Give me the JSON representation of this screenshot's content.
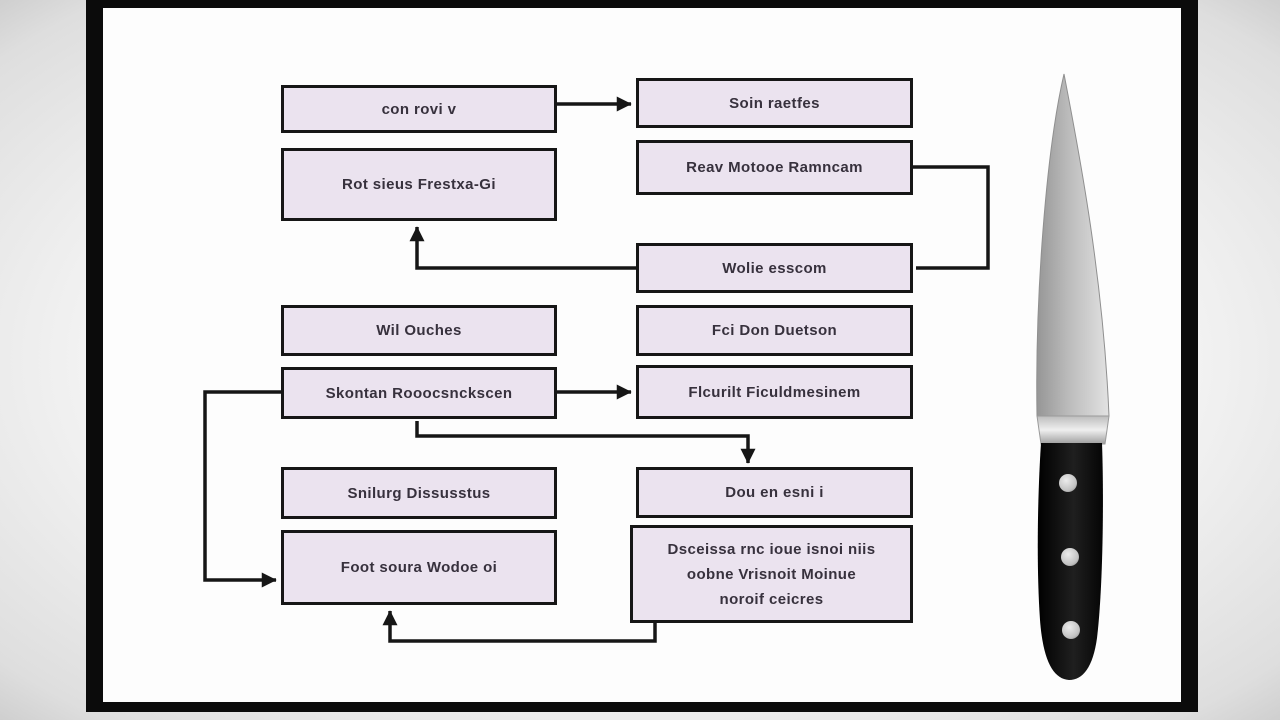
{
  "diagram": {
    "nodes": {
      "l1": {
        "label": "con rovi v"
      },
      "l2": {
        "label": "Rot sieus Frestxa-Gi"
      },
      "l3": {
        "label": "Wil Ouches"
      },
      "l4": {
        "label": "Skontan Rooocsnckscen"
      },
      "l5": {
        "label": "Snilurg Dissusstus"
      },
      "l6": {
        "label": "Foot soura Wodoe oi"
      },
      "r1": {
        "label": "Soin raetfes"
      },
      "r2": {
        "label": "Reav Motooe Ramncam"
      },
      "r3": {
        "label": "Wolie esscom"
      },
      "r4": {
        "label": "Fci Don Duetson"
      },
      "r5": {
        "label": "Flcurilt Ficuldmesinem"
      },
      "r6": {
        "label": "Dou en esni i"
      },
      "r7": {
        "lines": [
          "Dsceissa rnc ioue isnoi niis",
          "oobne Vrisnoit Moinue",
          "noroif ceicres"
        ]
      }
    },
    "edges": [
      {
        "from": "l1",
        "to": "r1",
        "arrow": true
      },
      {
        "from": "r2",
        "to": "r3",
        "arrow": false
      },
      {
        "from": "r3",
        "to": "l2",
        "arrow": true
      },
      {
        "from": "l4",
        "to": "r5",
        "arrow": true
      },
      {
        "from": "l4",
        "to": "r6",
        "arrow": true
      },
      {
        "from": "l4",
        "to": "l6",
        "arrow": true
      },
      {
        "from": "r7",
        "to": "l6",
        "arrow": true
      }
    ],
    "colors": {
      "node_fill": "#ebe3ef",
      "node_border": "#161616",
      "connector": "#161616",
      "canvas": "#fdfdfd",
      "frame": "#0b0b0b"
    }
  },
  "illustration": {
    "type": "chef-knife",
    "blade_color": "#c8c8c8",
    "handle_color": "#0d0d0d",
    "rivet_count": 3
  }
}
